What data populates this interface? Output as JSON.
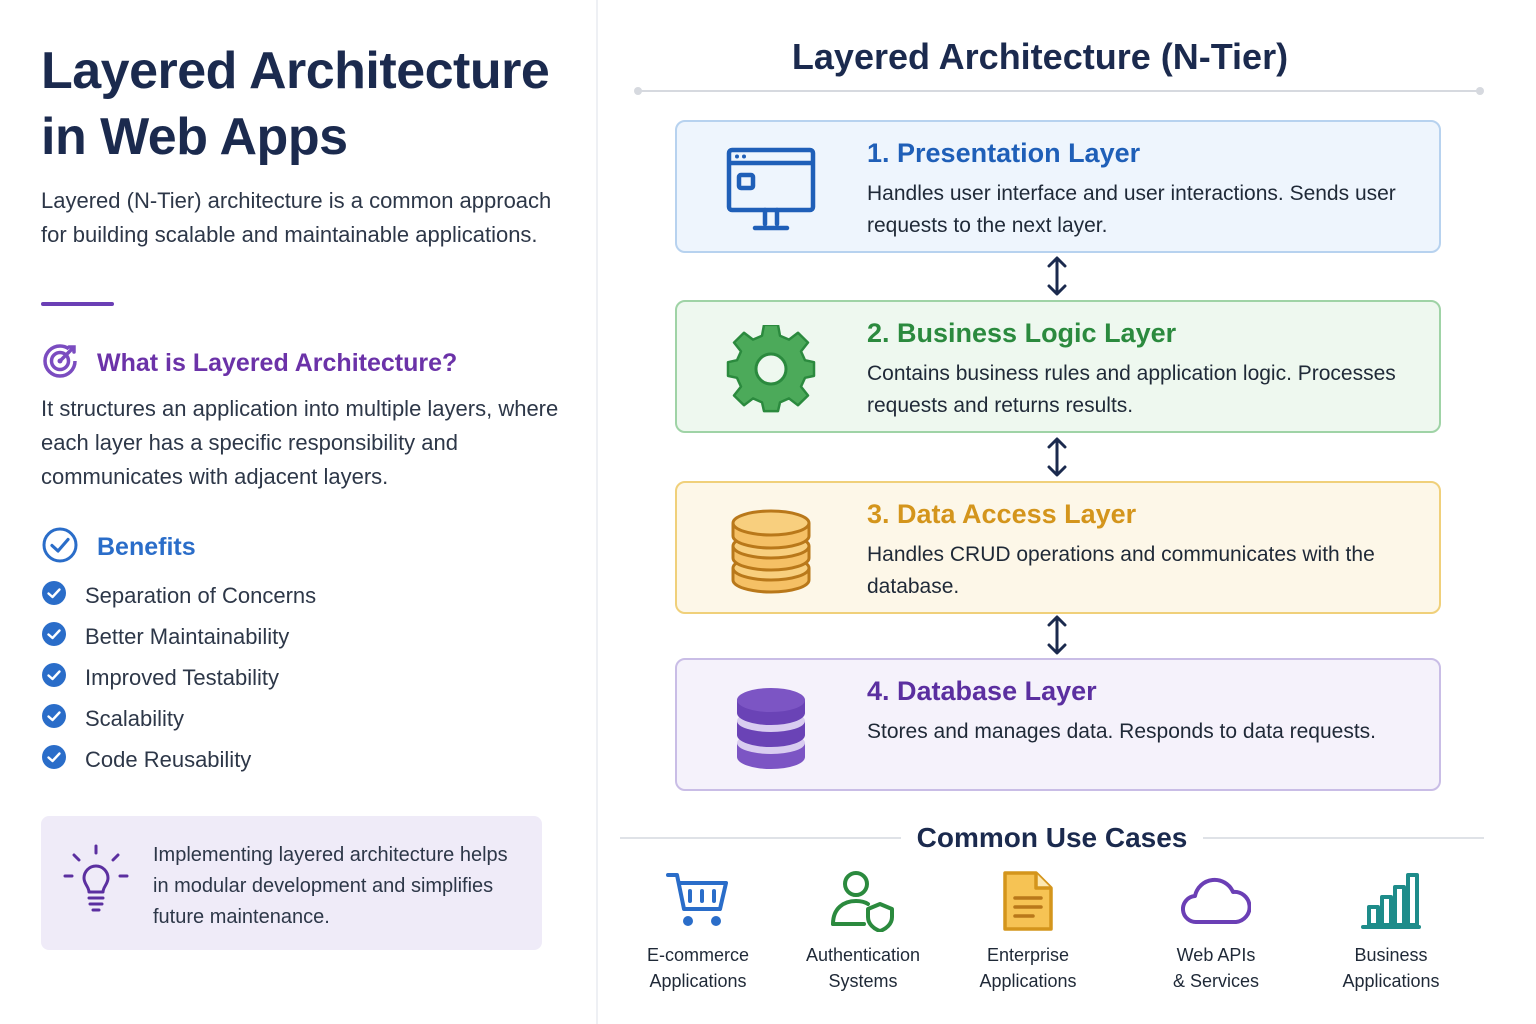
{
  "left": {
    "title": "Layered Architecture in Web Apps",
    "intro": "Layered (N-Tier) architecture is a common approach for building scalable and maintainable applications.",
    "what_heading": "What is Layered Architecture?",
    "what_body": "It structures an application into multiple layers, where each layer has a specific responsibility and communicates with adjacent layers.",
    "benefits_heading": "Benefits",
    "benefits": [
      "Separation of Concerns",
      "Better Maintainability",
      "Improved Testability",
      "Scalability",
      "Code Reusability"
    ],
    "tip": "Implementing layered architecture helps in modular development and simplifies future maintenance."
  },
  "diagram": {
    "title": "Layered Architecture (N-Tier)",
    "layers": [
      {
        "name": "1. Presentation Layer",
        "desc": "Handles user interface and user interactions. Sends user requests to the next layer.",
        "icon": "monitor-icon"
      },
      {
        "name": "2. Business Logic Layer",
        "desc": "Contains business rules and application logic. Processes requests and returns results.",
        "icon": "gear-icon"
      },
      {
        "name": "3. Data Access Layer",
        "desc": "Handles CRUD operations and communicates with the database.",
        "icon": "database-icon"
      },
      {
        "name": "4. Database Layer",
        "desc": "Stores and manages data. Responds to data requests.",
        "icon": "database-icon"
      }
    ]
  },
  "use_cases": {
    "title": "Common Use Cases",
    "items": [
      {
        "label": "E-commerce\nApplications",
        "icon": "cart-icon"
      },
      {
        "label": "Authentication\nSystems",
        "icon": "user-shield-icon"
      },
      {
        "label": "Enterprise\nApplications",
        "icon": "document-icon"
      },
      {
        "label": "Web APIs\n& Services",
        "icon": "cloud-icon"
      },
      {
        "label": "Business\nApplications",
        "icon": "bar-chart-icon"
      }
    ]
  },
  "colors": {
    "presentation": "#1f5fb8",
    "business": "#2b8a3e",
    "data_access": "#d4951c",
    "database": "#5b2fa0",
    "accent": "#6b3fb5"
  }
}
